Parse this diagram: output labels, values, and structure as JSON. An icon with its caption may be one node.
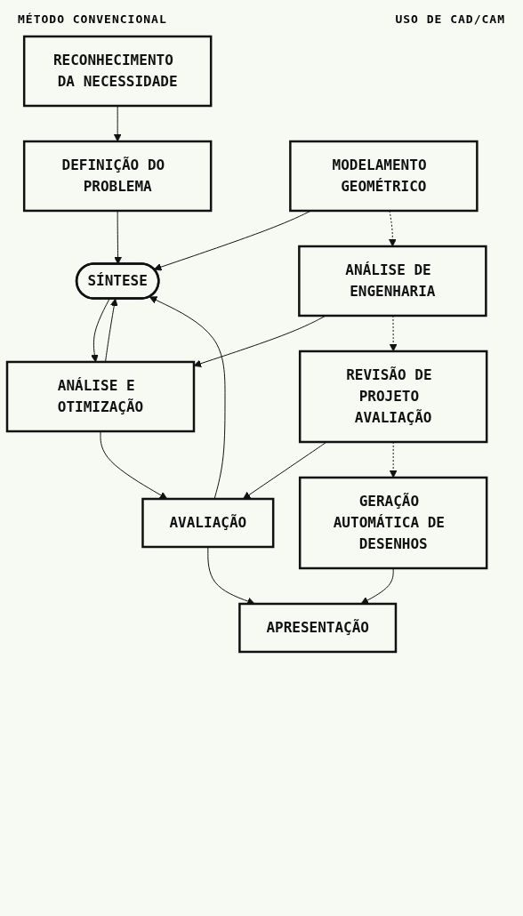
{
  "diagram": {
    "nodes": [
      {
        "text": [
          "RECONHECIMENTO DA NECESSIDADE"
        ]
      },
      {
        "text": [
          "DEFINIÇÃO DO PROBLEMA"
        ]
      },
      {
        "text": [
          "SÍNTESE"
        ]
      },
      {
        "text": [
          "MODELAMENTO GEOMÉTRICO"
        ]
      },
      {
        "text": [
          "ANÁLISE E OTIMIZAÇÃO"
        ]
      },
      {
        "text": [
          "ANÁLISE DE ENGENHARIA"
        ]
      },
      {
        "text": [
          "AVALIAÇÃO"
        ]
      },
      {
        "text": [
          "REVISÃO DE PROJETO AVALIAÇÃO"
        ]
      },
      {
        "text": [
          "APRESENTAÇÃO"
        ]
      },
      {
        "text": [
          "GERAÇÃO AUTOMÁTICA DE DESENHOS"
        ]
      }
    ],
    "edges": [
      {
        "from": 0,
        "to": 1,
        "arrow": "to"
      },
      {
        "from": 1,
        "to": 2,
        "arrow": "to"
      },
      {
        "from": 3,
        "to": 2,
        "arrow": "to"
      },
      {
        "from": 2,
        "to": 4,
        "arrow": "to"
      },
      {
        "from": 3,
        "to": 5,
        "arrow": "to",
        "style": "dashed"
      },
      {
        "from": 5,
        "to": 4,
        "arrow": "to"
      },
      {
        "from": 4,
        "to": 2,
        "arrow": "to"
      },
      {
        "from": 4,
        "to": 6,
        "arrow": "to"
      },
      {
        "from": 6,
        "to": 2,
        "arrow": "to"
      },
      {
        "from": 5,
        "to": 7,
        "arrow": "to",
        "style": "dashed"
      },
      {
        "from": 7,
        "to": 6,
        "arrow": "to"
      },
      {
        "from": 6,
        "to": 8,
        "arrow": "to"
      },
      {
        "from": 7,
        "to": 9,
        "arrow": "to",
        "style": "dashed"
      },
      {
        "from": 9,
        "to": 8,
        "arrow": "to"
      }
    ],
    "labels": [
      "MÉTODO CONVENCIONAL",
      "USO DE CAD/CAM"
    ]
  }
}
